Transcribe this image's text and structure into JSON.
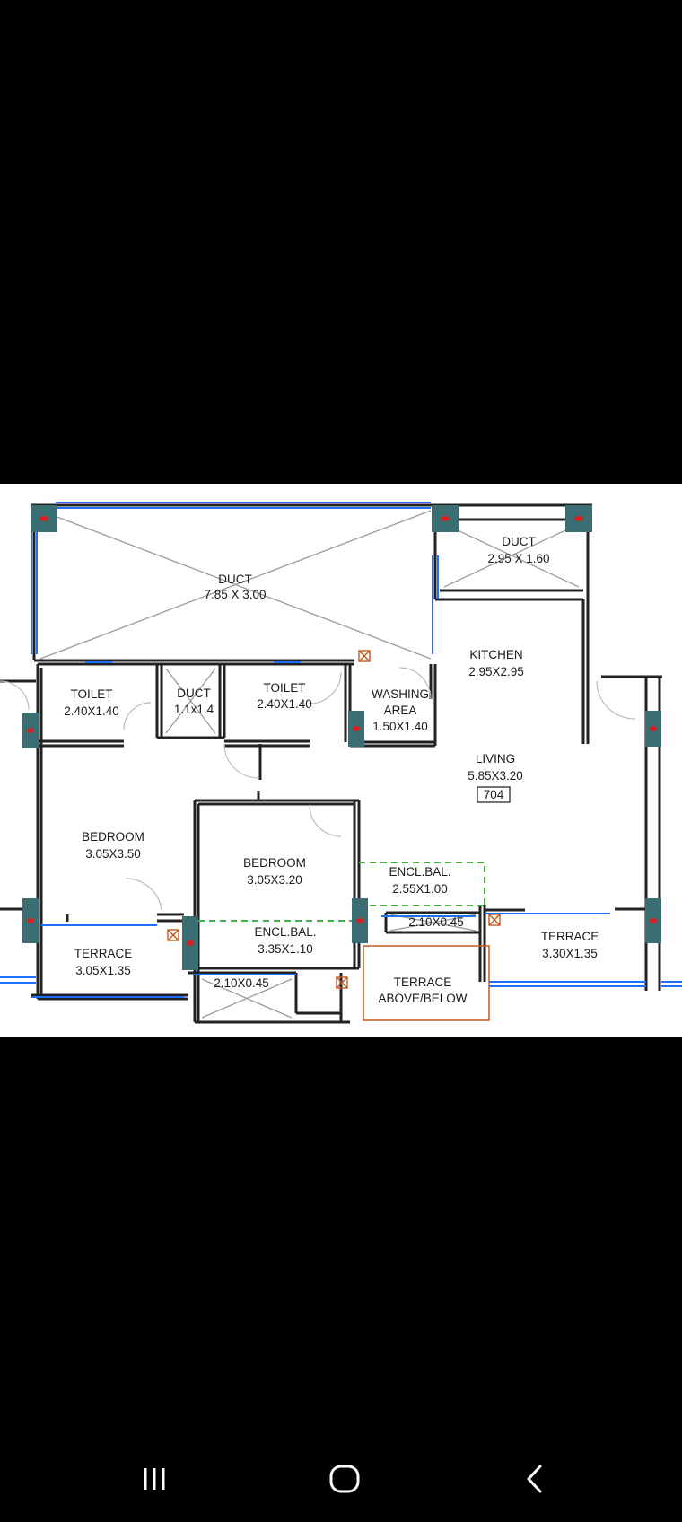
{
  "floor_plan": {
    "rooms": [
      {
        "name": "DUCT",
        "size": "7.85 X 3.00"
      },
      {
        "name": "DUCT",
        "size": "2.95 X 1.60"
      },
      {
        "name": "KITCHEN",
        "size": "2.95X2.95"
      },
      {
        "name": "TOILET",
        "size": "2.40X1.40"
      },
      {
        "name": "DUCT",
        "size": "1.1x1.4"
      },
      {
        "name": "TOILET",
        "size": "2.40X1.40"
      },
      {
        "name": "WASHING",
        "name2": "AREA",
        "size": "1.50X1.40"
      },
      {
        "name": "LIVING",
        "size": "5.85X3.20",
        "tag": "704"
      },
      {
        "name": "BEDROOM",
        "size": "3.05X3.50"
      },
      {
        "name": "BEDROOM",
        "size": "3.05X3.20"
      },
      {
        "name": "ENCL.BAL.",
        "size": "2.55X1.00"
      },
      {
        "name": "ENCL.BAL.",
        "size": "3.35X1.10"
      },
      {
        "name": "TERRACE",
        "size": "3.05X1.35"
      },
      {
        "name": "TERRACE",
        "size": "3.30X1.35"
      },
      {
        "name": "TERRACE",
        "name2": "ABOVE/BELOW"
      }
    ],
    "small_labels": [
      "2.10X0.45",
      "2.10X0.45"
    ],
    "colors": {
      "wall": "#222222",
      "window": "#1e6fff",
      "column_fill": "#3a6e72",
      "column_dot": "#d62020",
      "green_dash": "#3cb33c",
      "orange": "#c05a20"
    }
  },
  "nav_bar": {
    "icons": [
      "recent-apps-icon",
      "home-icon",
      "back-icon"
    ]
  }
}
